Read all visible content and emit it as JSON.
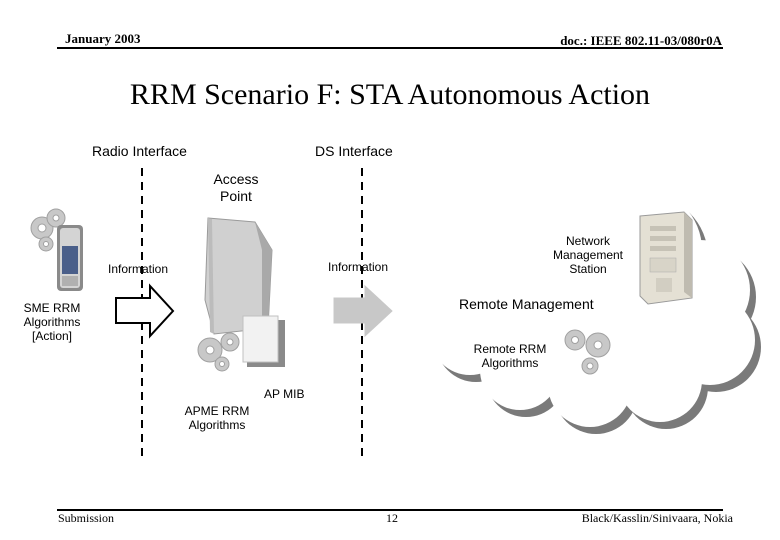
{
  "header": {
    "date": "January 2003",
    "doc_id": "doc.: IEEE 802.11-03/080r0A"
  },
  "slide": {
    "title": "RRM Scenario F: STA Autonomous Action"
  },
  "diagram": {
    "radio_interface": "Radio Interface",
    "ds_interface": "DS Interface",
    "access_point": [
      "Access",
      "Point"
    ],
    "info_left": "Information",
    "info_right": "Information",
    "sme_rrm": [
      "SME RRM",
      "Algorithms",
      "[Action]"
    ],
    "network_station": [
      "Network",
      "Management",
      "Station"
    ],
    "remote_management": "Remote Management",
    "remote_rrm": [
      "Remote RRM",
      "Algorithms"
    ],
    "ap_mib": "AP MIB",
    "apme_rrm": [
      "APME RRM",
      "Algorithms"
    ],
    "icons": [
      "gears-icon",
      "pda-device-icon",
      "access-point-icon",
      "server-tower-icon",
      "document-icon",
      "arrow-icon",
      "cloud-icon"
    ]
  },
  "footer": {
    "left": "Submission",
    "page": "12",
    "right": "Black/Kasslin/Sinivaara, Nokia"
  }
}
